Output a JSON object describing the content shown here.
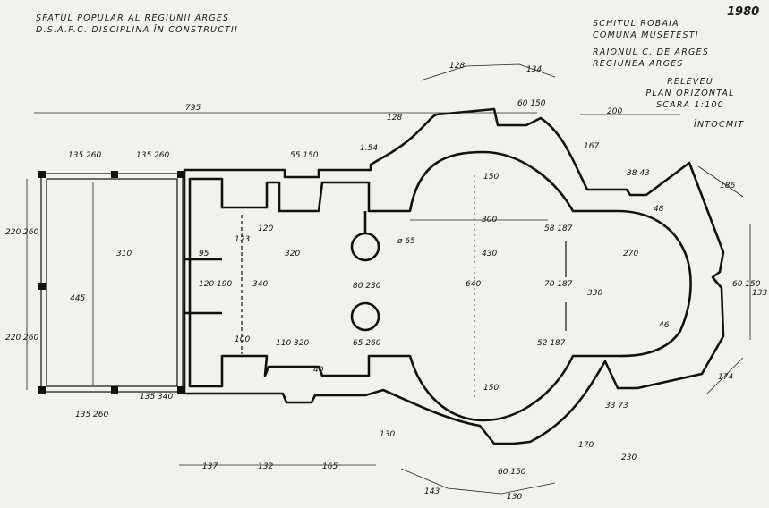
{
  "header_left": {
    "line1": "SFATUL POPULAR AL REGIUNII ARGES",
    "line2": "D.S.A.P.C. DISCIPLINA ÎN CONSTRUCTII"
  },
  "header_right": {
    "year": "1980",
    "line1": "SCHITUL ROBAIA",
    "line2": "COMUNA MUSETESTI",
    "line3": "RAIONUL C. DE ARGES",
    "line4": "REGIUNEA ARGES",
    "line5": "RELEVEU",
    "line6": "PLAN ORIZONTAL",
    "line7": "SCARA 1:100",
    "line8": "ÎNTOCMIT"
  },
  "dimensions": {
    "d795": "795",
    "d200": "200",
    "d128a": "128",
    "d134": "134",
    "d128b": "128",
    "d154": "1.54",
    "d60_150_top": "60 150",
    "d167": "167",
    "d186": "186",
    "d38_43": "38 43",
    "d135_260_tl": "135 260",
    "d135_260_tm": "135 260",
    "d55_150": "55 150",
    "d120": "120",
    "d300": "300",
    "d58_187": "58 187",
    "d48": "48",
    "d220_260_l1": "220 260",
    "d310": "310",
    "d95": "95",
    "d123": "123",
    "d320": "320",
    "d65": "ø 65",
    "d430": "430",
    "d270": "270",
    "d60_150_r": "60 150",
    "d133": "133",
    "d445": "445",
    "d120_190": "120 190",
    "d340a": "340",
    "d80_230": "80 230",
    "d640": "640",
    "d70_187": "70 187",
    "d330": "330",
    "d220_260_l2": "220 260",
    "d100": "100",
    "d110_320": "110 320",
    "d65_260": "65 260",
    "d52_187": "52 187",
    "d46": "46",
    "d40": "40",
    "d150a": "150",
    "d150b": "150",
    "d174": "174",
    "d135_340": "135 340",
    "d135_260_bl": "135 260",
    "d33_73": "33 73",
    "d130a": "130",
    "d170": "170",
    "d230": "230",
    "d137": "137",
    "d132": "132",
    "d165": "165",
    "d60_150_bot": "60 150",
    "d143": "143",
    "d130b": "130"
  }
}
